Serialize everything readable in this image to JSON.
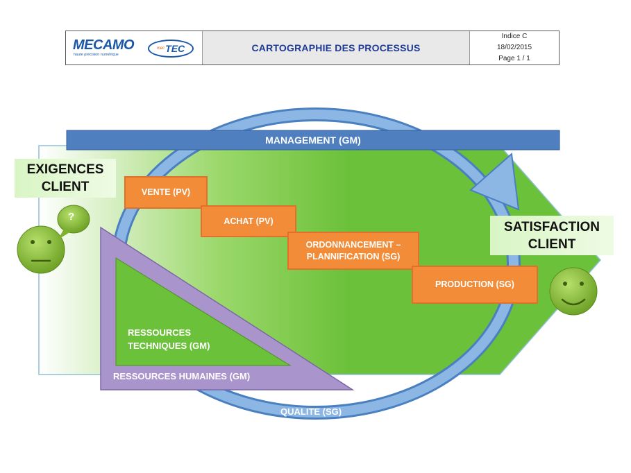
{
  "header": {
    "logo_mecamo": "MECAMO",
    "logo_mecamo_sub": "haute précision numérique",
    "logo_mectec_prefix": "mec",
    "logo_mectec": "TEC",
    "title": "CARTOGRAPHIE DES PROCESSUS",
    "index": "Indice C",
    "date": "18/02/2015",
    "page": "Page 1 / 1"
  },
  "diagram": {
    "management": "MANAGEMENT (GM)",
    "exigences": "EXIGENCES CLIENT",
    "satisfaction": "SATISFACTION CLIENT",
    "question_mark": "?",
    "steps": [
      {
        "label": "VENTE (PV)"
      },
      {
        "label": "ACHAT (PV)"
      },
      {
        "label": "ORDONNANCEMENT – PLANNIFICATION (SG)"
      },
      {
        "label": "PRODUCTION (SG)"
      }
    ],
    "ressources_techniques": "RESSOURCES TECHNIQUES (GM)",
    "ressources_humaines": "RESSOURCES HUMAINES (GM)",
    "qualite": "QUALITE (SG)"
  },
  "colors": {
    "blue": "#4f7fbf",
    "green": "#6cc13a",
    "orange": "#f28c38",
    "purple": "#9e88c4"
  }
}
